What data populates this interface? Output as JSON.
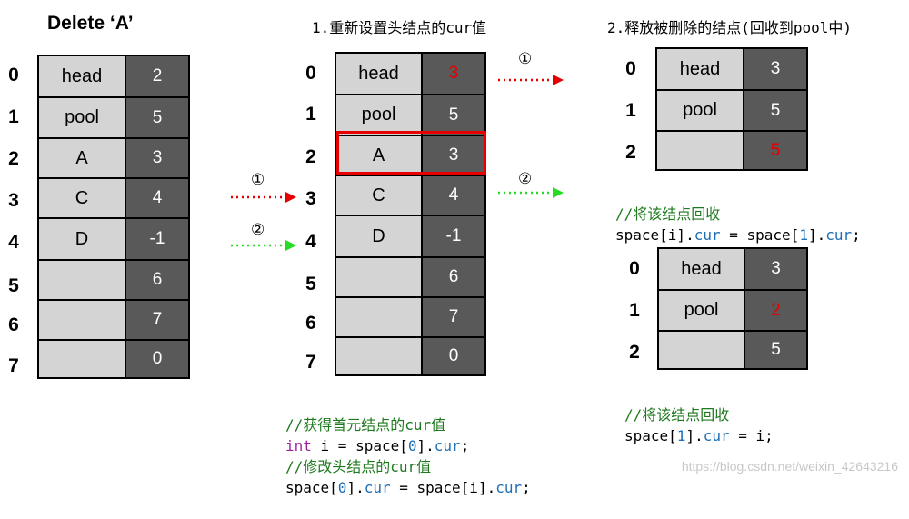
{
  "title": "Delete ‘A’",
  "step1_title": "1.重新设置头结点的cur值",
  "step2_title": "2.释放被删除的结点(回收到pool中)",
  "table1": {
    "indices": [
      "0",
      "1",
      "2",
      "3",
      "4",
      "5",
      "6",
      "7"
    ],
    "rows": [
      {
        "data": "head",
        "cur": "2"
      },
      {
        "data": "pool",
        "cur": "5"
      },
      {
        "data": "A",
        "cur": "3"
      },
      {
        "data": "C",
        "cur": "4"
      },
      {
        "data": "D",
        "cur": "-1"
      },
      {
        "data": "",
        "cur": "6"
      },
      {
        "data": "",
        "cur": "7"
      },
      {
        "data": "",
        "cur": "0"
      }
    ]
  },
  "table2": {
    "indices": [
      "0",
      "1",
      "2",
      "3",
      "4",
      "5",
      "6",
      "7"
    ],
    "rows": [
      {
        "data": "head",
        "cur": "3"
      },
      {
        "data": "pool",
        "cur": "5"
      },
      {
        "data": "A",
        "cur": "3"
      },
      {
        "data": "C",
        "cur": "4"
      },
      {
        "data": "D",
        "cur": "-1"
      },
      {
        "data": "",
        "cur": "6"
      },
      {
        "data": "",
        "cur": "7"
      },
      {
        "data": "",
        "cur": "0"
      }
    ]
  },
  "table3": {
    "indices": [
      "0",
      "1",
      "2"
    ],
    "rows": [
      {
        "data": "head",
        "cur": "3"
      },
      {
        "data": "pool",
        "cur": "5"
      },
      {
        "data": "",
        "cur": "5"
      }
    ]
  },
  "table4": {
    "indices": [
      "0",
      "1",
      "2"
    ],
    "rows": [
      {
        "data": "head",
        "cur": "3"
      },
      {
        "data": "pool",
        "cur": "2"
      },
      {
        "data": "",
        "cur": "5"
      }
    ]
  },
  "markers": {
    "one": "①",
    "two": "②"
  },
  "code_mid": {
    "c1": "//获得首元结点的cur值",
    "l2_kw": "int",
    "l2_a": " i = space[",
    "l2_num": "0",
    "l2_b": "].",
    "l2_fld": "cur",
    "l2_c": ";",
    "c3": "//修改头结点的cur值",
    "l4_a": "space[",
    "l4_num": "0",
    "l4_b": "].",
    "l4_fld": "cur",
    "l4_c": " = space[i].",
    "l4_fld2": "cur",
    "l4_d": ";"
  },
  "code_right1": {
    "c1": "//将该结点回收",
    "a": "space[i].",
    "fld": "cur",
    "b": " = space[",
    "num": "1",
    "c": "].",
    "fld2": "cur",
    "d": ";"
  },
  "code_right2": {
    "c1": "//将该结点回收",
    "a": "space[",
    "num": "1",
    "b": "].",
    "fld": "cur",
    "c": " = i;"
  },
  "watermark": "https://blog.csdn.net/weixin_42643216",
  "colors": {
    "red_arrow": "#e60000",
    "green_arrow": "#22dd22",
    "highlight_red": "#e60000",
    "cell_light": "#d4d4d4",
    "cell_dark": "#595959"
  }
}
